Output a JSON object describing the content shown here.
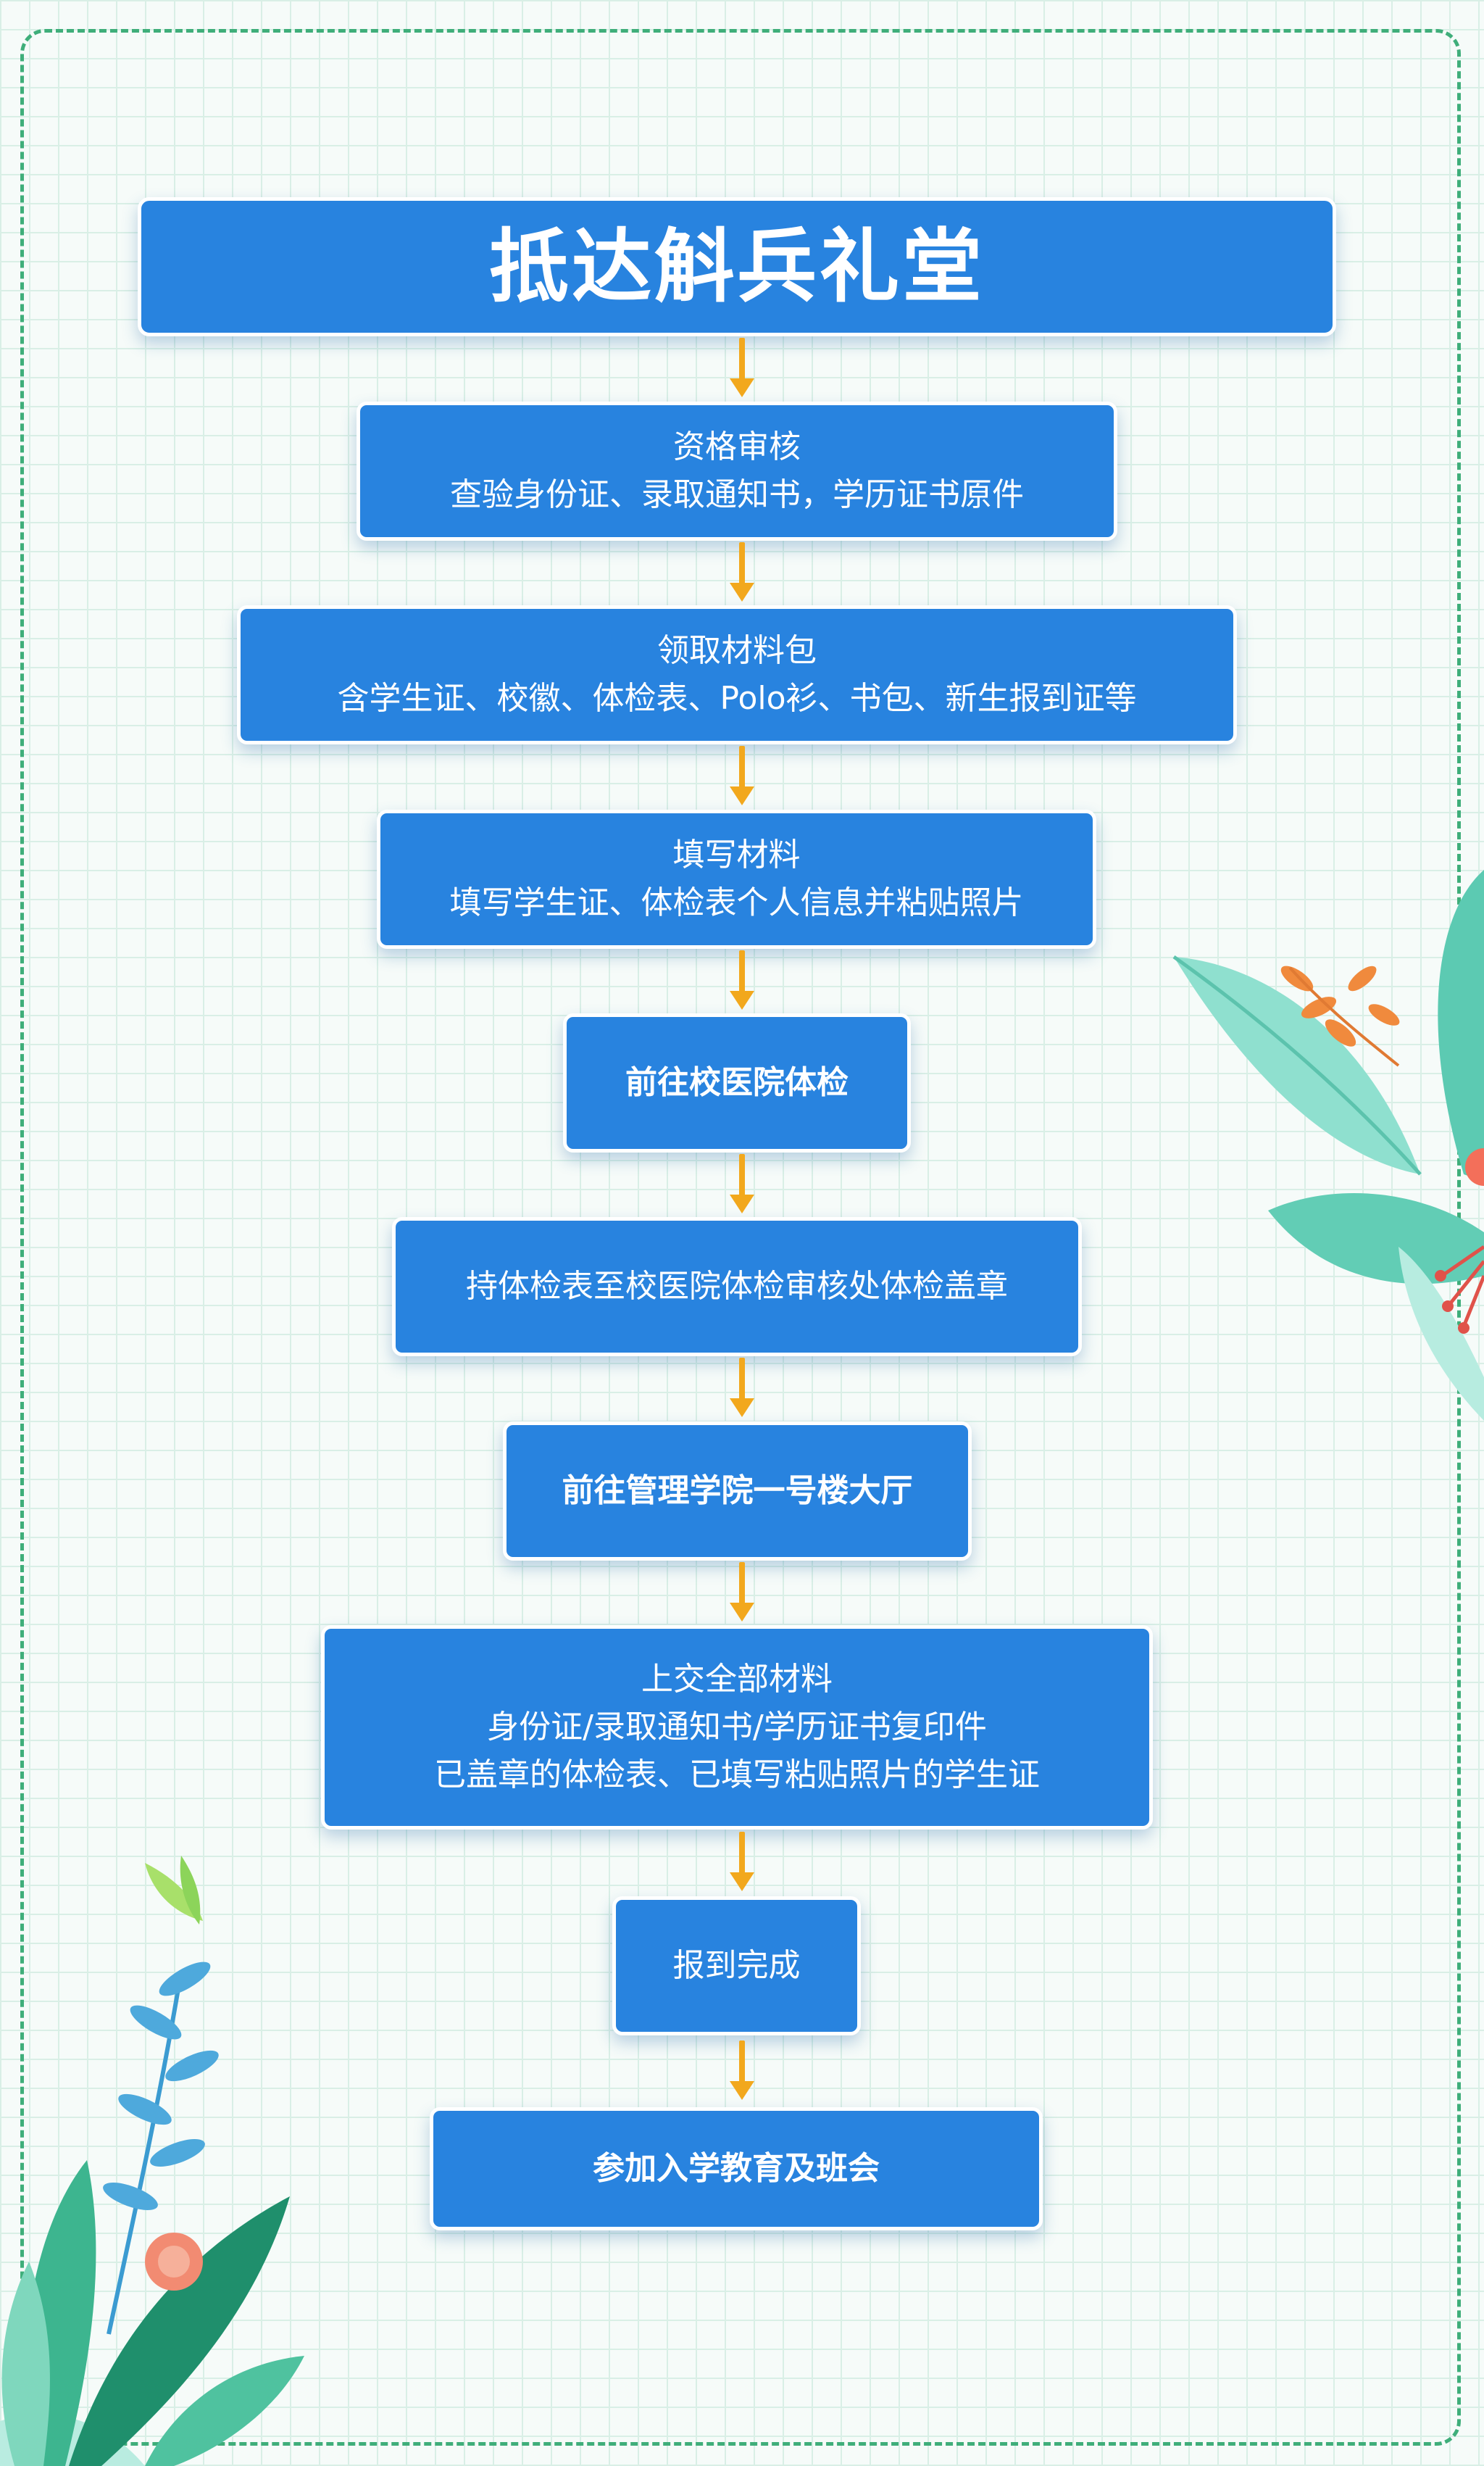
{
  "title": "抵达斛兵礼堂",
  "steps": [
    {
      "lines": [
        "资格审核",
        "查验身份证、录取通知书，学历证书原件"
      ]
    },
    {
      "lines": [
        "领取材料包",
        "含学生证、校徽、体检表、Polo衫、书包、新生报到证等"
      ]
    },
    {
      "lines": [
        "填写材料",
        "填写学生证、体检表个人信息并粘贴照片"
      ]
    },
    {
      "lines": [
        "前往校医院体检"
      ]
    },
    {
      "lines": [
        "持体检表至校医院体检审核处体检盖章"
      ]
    },
    {
      "lines": [
        "前往管理学院一号楼大厅"
      ]
    },
    {
      "lines": [
        "上交全部材料",
        "身份证/录取通知书/学历证书复印件",
        "已盖章的体检表、已填写粘贴照片的学生证"
      ]
    },
    {
      "lines": [
        "报到完成"
      ]
    },
    {
      "lines": [
        "参加入学教育及班会"
      ]
    }
  ],
  "colors": {
    "box": "#2883df",
    "arrow": "#f2a81d",
    "frame": "#3fae7a",
    "grid": "#d9efe6",
    "background": "#f6fbf9"
  },
  "decorations": [
    "leaf-cluster-right",
    "plant-cluster-bottom-left"
  ]
}
